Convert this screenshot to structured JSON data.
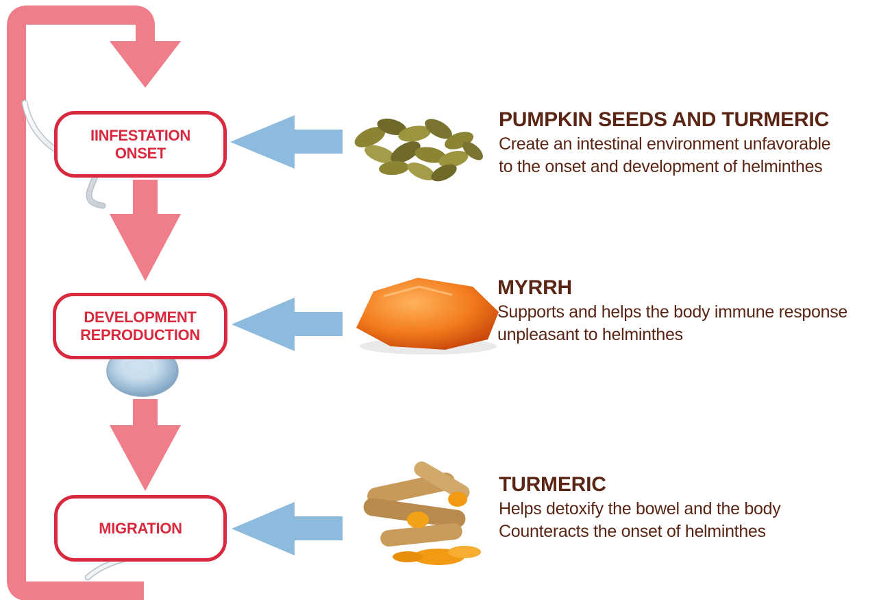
{
  "diagram": {
    "stages": [
      {
        "label": "IINFESTATION\nONSET"
      },
      {
        "label": "DEVELOPMENT\nREPRODUCTION"
      },
      {
        "label": "MIGRATION"
      }
    ],
    "remedies": [
      {
        "title": "PUMPKIN SEEDS AND TURMERIC",
        "lines": [
          "Create an intestinal environment unfavorable",
          "to the onset and development of helminthes"
        ]
      },
      {
        "title": "MYRRH",
        "lines": [
          "Supports and helps the body immune response",
          "unpleasant to helminthes"
        ]
      },
      {
        "title": "TURMERIC",
        "lines": [
          "Helps detoxify the bowel and the body",
          "Counteracts the onset of helminthes"
        ]
      }
    ],
    "colors": {
      "cycle_arrow": "#ef7d8a",
      "stage_border": "#d9293e",
      "stage_text": "#d9293e",
      "remedy_arrow": "#8cbbde",
      "remedy_text": "#5a2514"
    },
    "icons": [
      "worm-icon",
      "egg-icon",
      "larva-icon",
      "pumpkin-seeds-icon",
      "myrrh-resin-icon",
      "turmeric-root-icon"
    ]
  }
}
